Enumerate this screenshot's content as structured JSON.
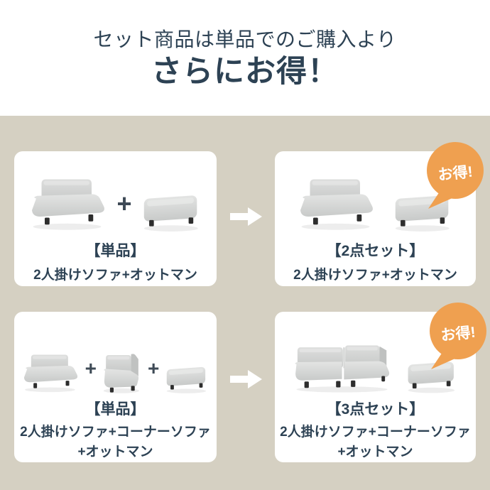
{
  "header": {
    "line1": "セット商品は単品でのご購入より",
    "line2": "さらにお得！"
  },
  "badge_label": "お得!",
  "plus": "+",
  "icons": {
    "arrow": "arrow-right",
    "badge": "speech-bubble-tail-bottom-left",
    "products": [
      "sofa-2seater",
      "ottoman",
      "corner-sofa",
      "sofa-3piece-set"
    ]
  },
  "colors": {
    "background_beige": "#d5d0c2",
    "card_white": "#ffffff",
    "text_navy": "#2d4254",
    "badge_orange": "#efa050",
    "sofa_gray": "#cfd1d0",
    "feet_dark": "#2d2d2d"
  },
  "cards": [
    {
      "id": "single-2items",
      "label": "【単品】",
      "desc": [
        "2人掛けソファ+オットマン"
      ],
      "items": [
        "sofa-2seater",
        "ottoman"
      ],
      "has_badge": false
    },
    {
      "id": "set-2items",
      "label": "【2点セット】",
      "desc": [
        "2人掛けソファ+オットマン"
      ],
      "items": [
        "sofa-2seater",
        "ottoman"
      ],
      "has_badge": true
    },
    {
      "id": "single-3items",
      "label": "【単品】",
      "desc": [
        "2人掛けソファ+コーナーソファ",
        "+オットマン"
      ],
      "items": [
        "sofa-2seater",
        "corner-sofa",
        "ottoman"
      ],
      "has_badge": false
    },
    {
      "id": "set-3items",
      "label": "【3点セット】",
      "desc": [
        "2人掛けソファ+コーナーソファ",
        "+オットマン"
      ],
      "items": [
        "sofa-3piece-set",
        "ottoman"
      ],
      "has_badge": true
    }
  ]
}
